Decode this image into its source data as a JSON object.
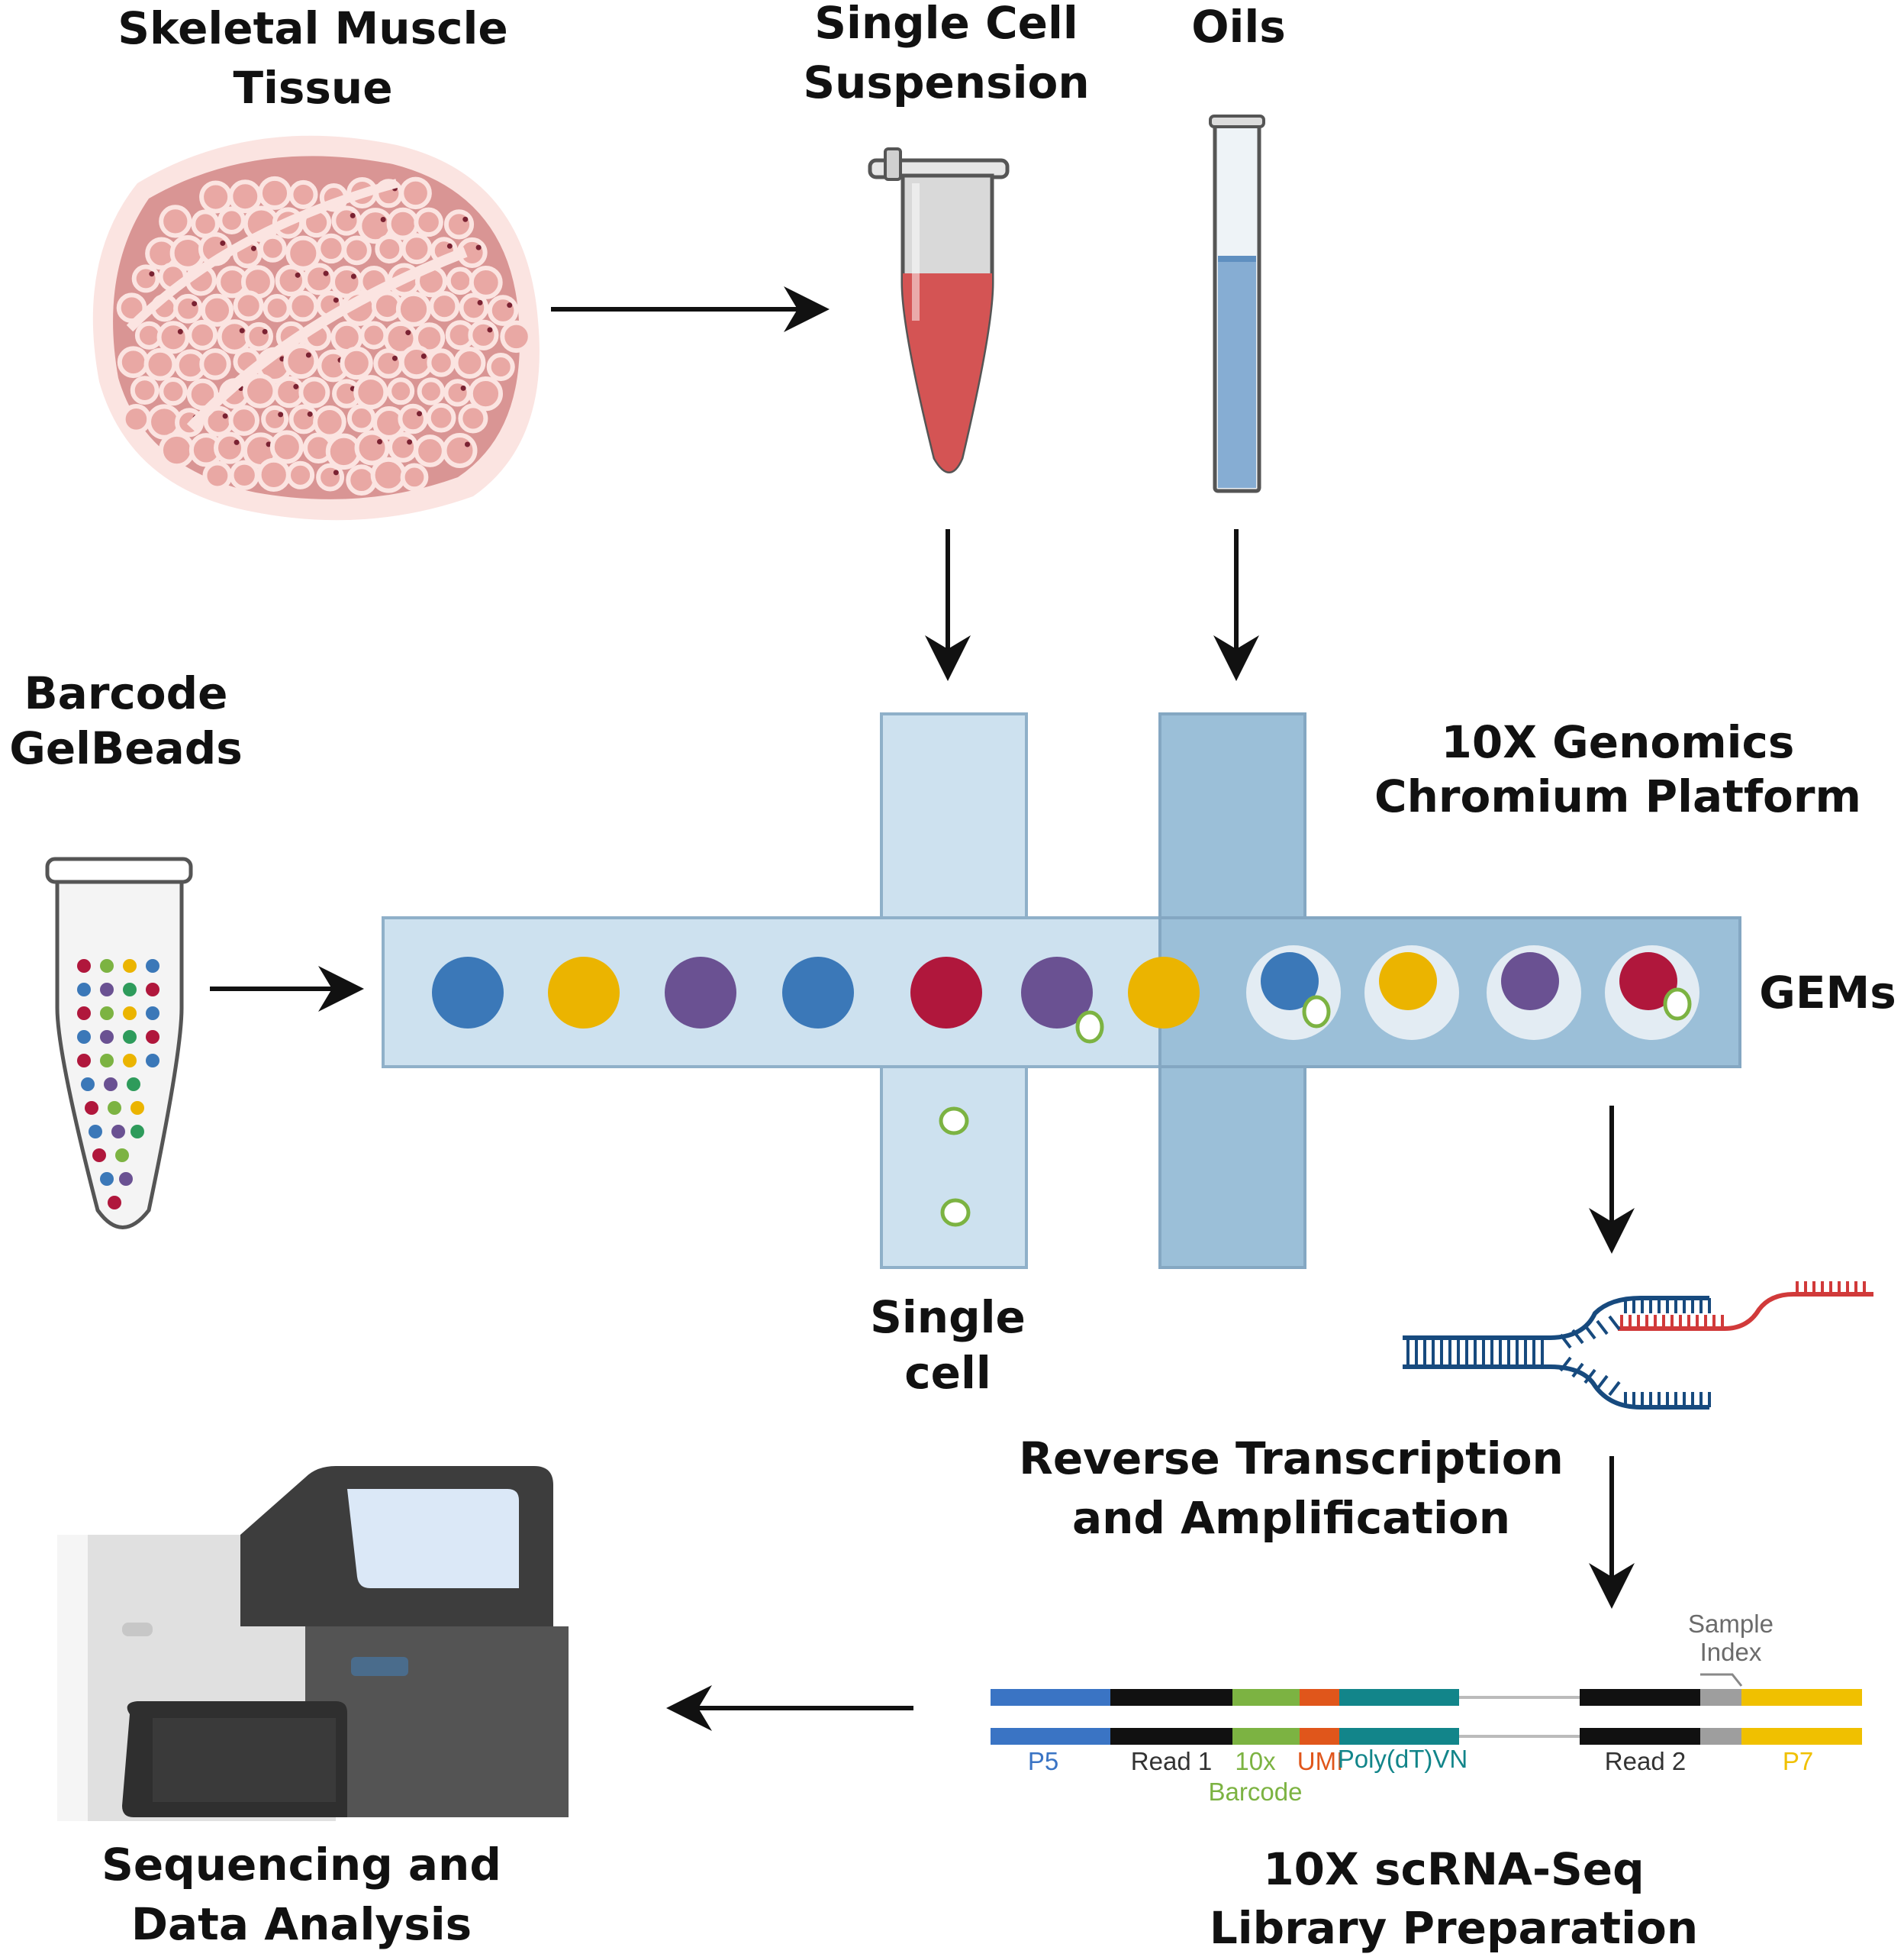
{
  "labels": {
    "tissue_line1": "Skeletal Muscle",
    "tissue_line2": "Tissue",
    "suspension_line1": "Single Cell",
    "suspension_line2": "Suspension",
    "oils": "Oils",
    "beads_line1": "Barcode",
    "beads_line2": "GelBeads",
    "platform_line1": "10X Genomics",
    "platform_line2": "Chromium Platform",
    "gems": "GEMs",
    "single_cell_line1": "Single",
    "single_cell_line2": "cell",
    "rt_line1": "Reverse Transcription",
    "rt_line2": "and Amplification",
    "seq_line1": "Sequencing and",
    "seq_line2": "Data Analysis",
    "lib_line1": "10X scRNA-Seq",
    "lib_line2": "Library Preparation"
  },
  "library_construct": {
    "segments": [
      {
        "label": "P5",
        "color": "#3a74c4"
      },
      {
        "label": "Read 1",
        "color": "#111111"
      },
      {
        "label": "10x",
        "label2": "Barcode",
        "color": "#7cb342"
      },
      {
        "label": "UMI",
        "color": "#e0561b"
      },
      {
        "label": "Poly(dT)VN",
        "color": "#12858a"
      },
      {
        "label": "Read 2",
        "color": "#111111"
      },
      {
        "label": "Sample",
        "label2": "Index",
        "color": "#9e9e9e"
      },
      {
        "label": "P7",
        "color": "#f0c000"
      }
    ]
  },
  "bead_colors": {
    "blue": "#3b78b8",
    "yellow": "#ebb400",
    "purple": "#6a5192",
    "red": "#b0173c"
  }
}
